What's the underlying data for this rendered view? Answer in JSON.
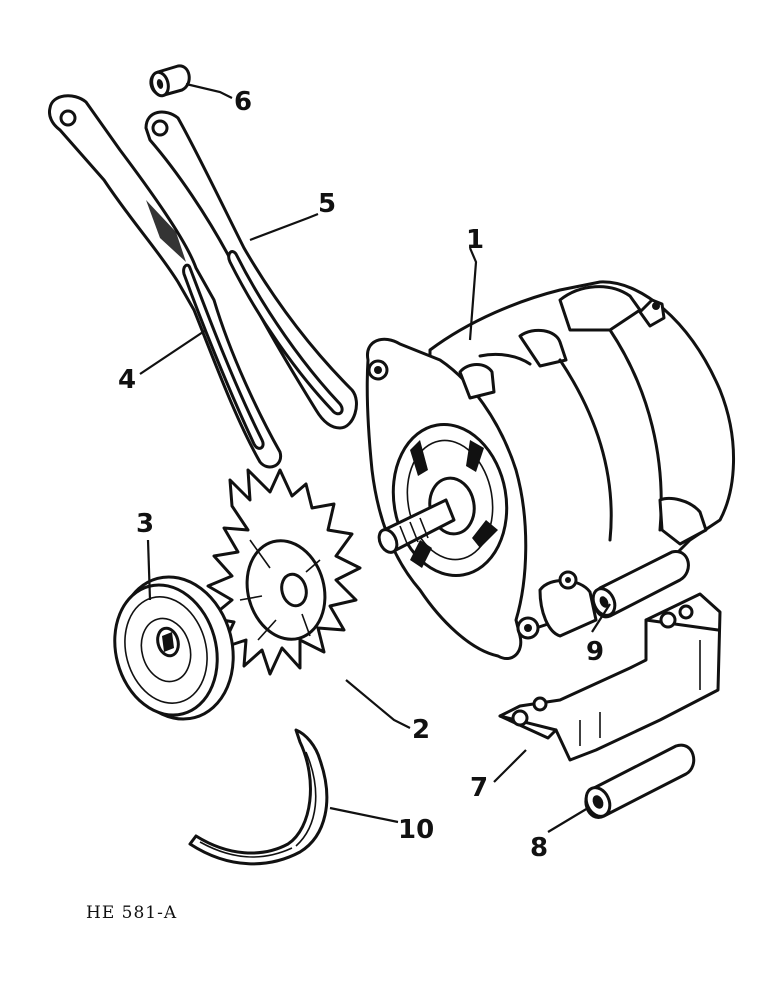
{
  "figure_code": "HE 581-A",
  "callouts": {
    "c1": "1",
    "c2": "2",
    "c3": "3",
    "c4": "4",
    "c5": "5",
    "c6": "6",
    "c7": "7",
    "c8": "8",
    "c9": "9",
    "c10": "10"
  }
}
